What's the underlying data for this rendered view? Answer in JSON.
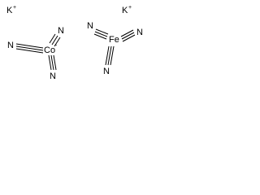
{
  "counterion": {
    "symbol": "K",
    "charge": "+"
  },
  "cobalt_complex": {
    "center": {
      "symbol": "Co",
      "charge": "-"
    },
    "ligands": [
      {
        "symbol": "N"
      },
      {
        "symbol": "N"
      },
      {
        "symbol": "N"
      }
    ]
  },
  "iron_complex": {
    "center": {
      "symbol": "Fe"
    },
    "ligands": [
      {
        "symbol": "N"
      },
      {
        "symbol": "N"
      },
      {
        "symbol": "N"
      }
    ]
  },
  "colors": {
    "ink": "#000000",
    "background": "#ffffff"
  }
}
